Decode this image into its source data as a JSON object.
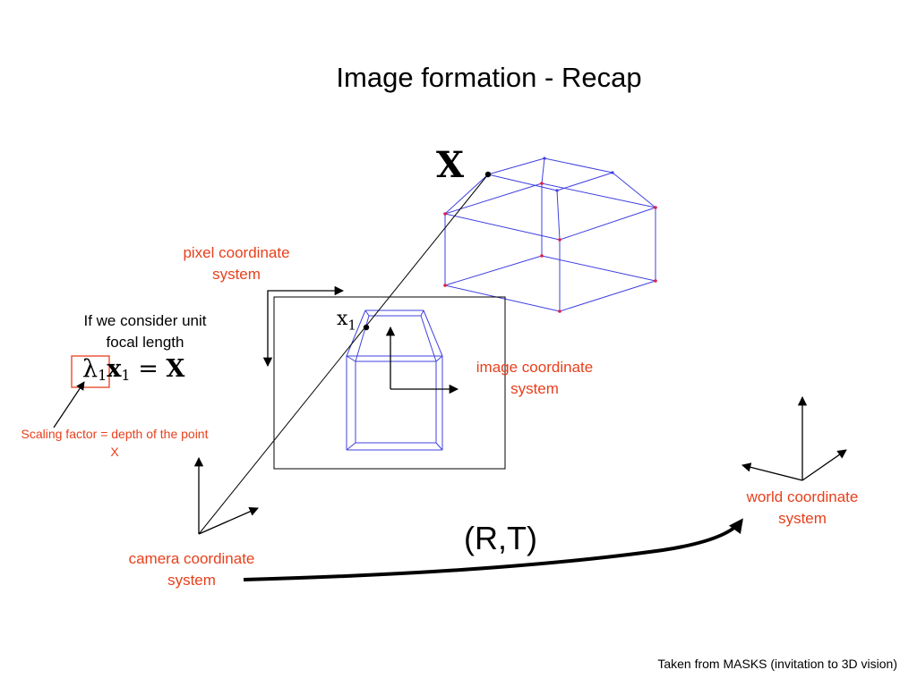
{
  "title": "Image formation - Recap",
  "labels": {
    "pixel_coord": "pixel coordinate system",
    "image_coord": "image coordinate system",
    "camera_coord": "camera coordinate system",
    "world_coord": "world coordinate system",
    "unit_focal": "If we consider unit focal length",
    "scaling_factor": "Scaling factor = depth of the point X",
    "point_X": "X",
    "point_x": "x",
    "point_x_sub": "1",
    "transform": "(R,T)",
    "credit": "Taken from MASKS (invitation to 3D vision)"
  },
  "equation": {
    "lambda": "λ",
    "lambda_sub": "1",
    "x": "x",
    "x_sub": "1",
    "equals": " = ",
    "X": "X"
  },
  "colors": {
    "accent_red": "#e8401c",
    "wireframe_blue": "#4040e0",
    "vertex_red": "#e0204a",
    "ink": "#000000"
  }
}
